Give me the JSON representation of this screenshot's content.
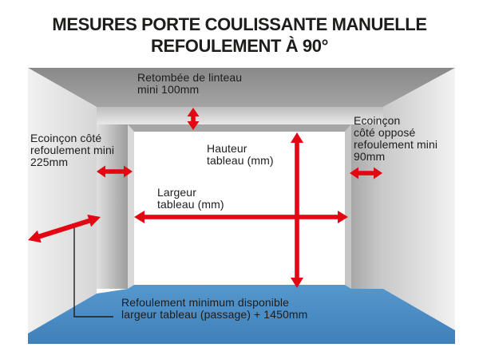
{
  "title": "MESURES PORTE COULISSANTE MANUELLE\nREFOULEMENT À 90°",
  "labels": {
    "lintel": "Retombée de linteau\nmini 100mm",
    "left_pier": "Ecoinçon côté\nrefoulement mini\n225mm",
    "height": "Hauteur\ntableau (mm)",
    "width": "Largeur\ntableau (mm)",
    "right_pier": "Ecoinçon\ncôté opposé\nrefoulement mini\n90mm",
    "clearance": "Refoulement minimum disponible\nlargeur tableau (passage) + 1450mm"
  },
  "measurements": {
    "lintel_min": "100mm",
    "left_pier_min": "225mm",
    "right_pier_min": "90mm",
    "clearance_formula": "largeur tableau (passage) + 1450mm"
  },
  "colors": {
    "arrow_red": "#e30613",
    "floor_top": "#5598cd",
    "floor_bottom": "#4080ba",
    "text_dark": "#1d1d1b",
    "opening_white": "#ffffff"
  }
}
